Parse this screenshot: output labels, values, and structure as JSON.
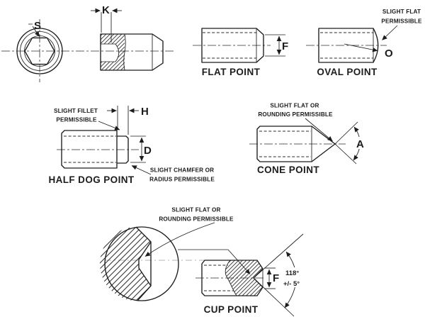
{
  "diagram_title": "Set screw point styles technical drawing",
  "colors": {
    "line": "#1c1c1c",
    "background": "#ffffff"
  },
  "views": {
    "socket_end_view": {
      "dim_s": "S"
    },
    "socket_section_view": {
      "dim_k": "K"
    },
    "flat_point": {
      "label": "FLAT POINT",
      "dim_f": "F"
    },
    "oval_point": {
      "label": "OVAL POINT",
      "dim_o": "O",
      "note_line1": "SLIGHT FLAT",
      "note_line2": "PERMISSIBLE"
    },
    "half_dog_point": {
      "label": "HALF DOG POINT",
      "dim_h": "H",
      "dim_d": "D",
      "fillet_note_line1": "SLIGHT FILLET",
      "fillet_note_line2": "PERMISSIBLE",
      "chamfer_note_line1": "SLIGHT CHAMFER OR",
      "chamfer_note_line2": "RADIUS PERMISSIBLE"
    },
    "cone_point": {
      "label": "CONE POINT",
      "dim_a": "A",
      "note_line1": "SLIGHT FLAT OR",
      "note_line2": "ROUNDING PERMISSIBLE"
    },
    "cup_point": {
      "label": "CUP POINT",
      "dim_f": "F",
      "angle_value": "118°",
      "angle_tolerance": "+/- 5°",
      "note_line1": "SLIGHT FLAT OR",
      "note_line2": "ROUNDING PERMISSIBLE"
    }
  }
}
